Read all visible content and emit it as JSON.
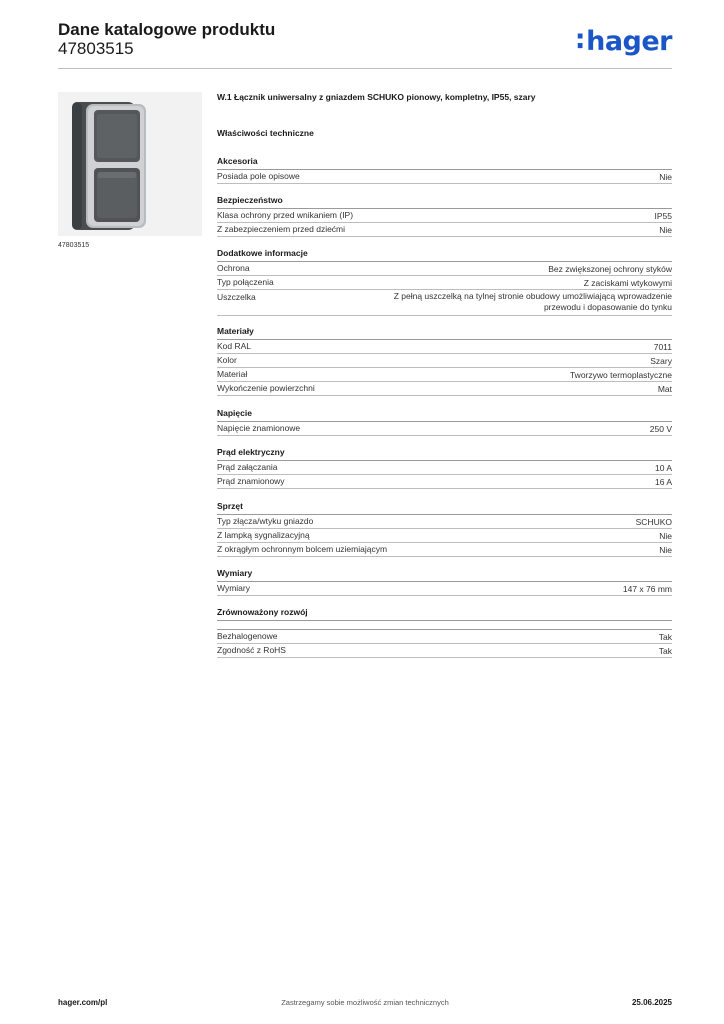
{
  "header": {
    "title": "Dane katalogowe produktu",
    "number": "47803515",
    "logo": "hager",
    "brand_color": "#1a56c8"
  },
  "product": {
    "image_caption": "47803515",
    "name": "W.1 Łącznik uniwersalny z gniazdem SCHUKO pionowy, kompletny, IP55, szary",
    "tech_title": "Właściwości techniczne"
  },
  "sections": [
    {
      "title": "Akcesoria",
      "rows": [
        {
          "label": "Posiada pole opisowe",
          "value": "Nie"
        }
      ]
    },
    {
      "title": "Bezpieczeństwo",
      "rows": [
        {
          "label": "Klasa ochrony przed wnikaniem (IP)",
          "value": "IP55"
        },
        {
          "label": "Z zabezpieczeniem przed dziećmi",
          "value": "Nie"
        }
      ]
    },
    {
      "title": "Dodatkowe informacje",
      "rows": [
        {
          "label": "Ochrona",
          "value": "Bez zwiększonej ochrony styków"
        },
        {
          "label": "Typ połączenia",
          "value": "Z zaciskami wtykowymi"
        },
        {
          "label": "Uszczelka",
          "value": "Z pełną uszczelką na tylnej stronie obudowy umożliwiającą wprowadzenie przewodu i dopasowanie do tynku"
        }
      ]
    },
    {
      "title": "Materiały",
      "rows": [
        {
          "label": "Kod RAL",
          "value": "7011"
        },
        {
          "label": "Kolor",
          "value": "Szary"
        },
        {
          "label": "Materiał",
          "value": "Tworzywo termoplastyczne"
        },
        {
          "label": "Wykończenie powierzchni",
          "value": "Mat"
        }
      ]
    },
    {
      "title": "Napięcie",
      "rows": [
        {
          "label": "Napięcie znamionowe",
          "value": "250 V"
        }
      ]
    },
    {
      "title": "Prąd elektryczny",
      "rows": [
        {
          "label": "Prąd załączania",
          "value": "10 A"
        },
        {
          "label": "Prąd znamionowy",
          "value": "16 A"
        }
      ]
    },
    {
      "title": "Sprzęt",
      "rows": [
        {
          "label": "Typ złącza/wtyku gniazdo",
          "value": "SCHUKO"
        },
        {
          "label": "Z lampką sygnalizacyjną",
          "value": "Nie"
        },
        {
          "label": "Z okrągłym ochronnym bolcem uziemiającym",
          "value": "Nie"
        }
      ]
    },
    {
      "title": "Wymiary",
      "rows": [
        {
          "label": "Wymiary",
          "value": "147 x 76 mm"
        }
      ]
    },
    {
      "title": "Zrównoważony rozwój",
      "rows": [
        {
          "label": "Bezhalogenowe",
          "value": "Tak"
        },
        {
          "label": "Zgodność z RoHS",
          "value": "Tak"
        }
      ]
    }
  ],
  "footer": {
    "website": "hager.com/pl",
    "disclaimer": "Zastrzegamy sobie możliwość zmian technicznych",
    "date": "25.06.2025"
  }
}
